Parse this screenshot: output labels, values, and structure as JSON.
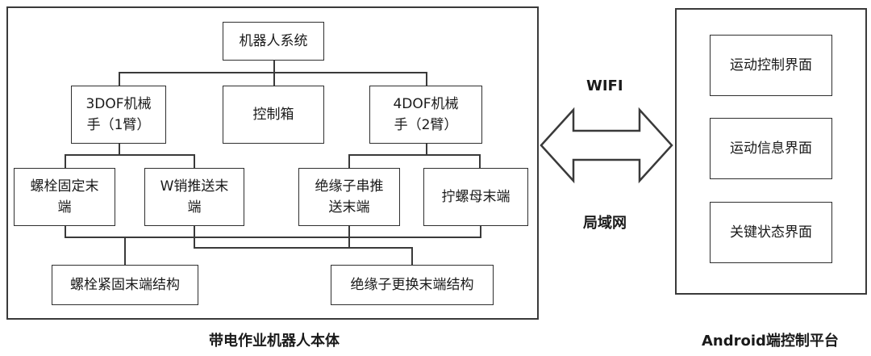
{
  "robot_body": {
    "caption": "带电作业机器人本体",
    "root": "机器人系统",
    "arm1": "3DOF机械\n手（1臂）",
    "control_box": "控制箱",
    "arm2": "4DOF机械\n手（2臂）",
    "bolt_fix_end": "螺栓固定末\n端",
    "w_pin_push_end": "W销推送末\n端",
    "insulator_push_end": "绝缘子串推\n送末端",
    "nut_twist_end": "拧螺母末端",
    "bolt_tight_struct": "螺栓紧固末端结构",
    "insulator_replace_struct": "绝缘子更换末端结构"
  },
  "link": {
    "wifi_label": "WIFI",
    "lan_label": "局域网"
  },
  "android_platform": {
    "caption": "Android端控制平台",
    "motion_control_ui": "运动控制界面",
    "motion_info_ui": "运动信息界面",
    "key_status_ui": "关键状态界面"
  }
}
